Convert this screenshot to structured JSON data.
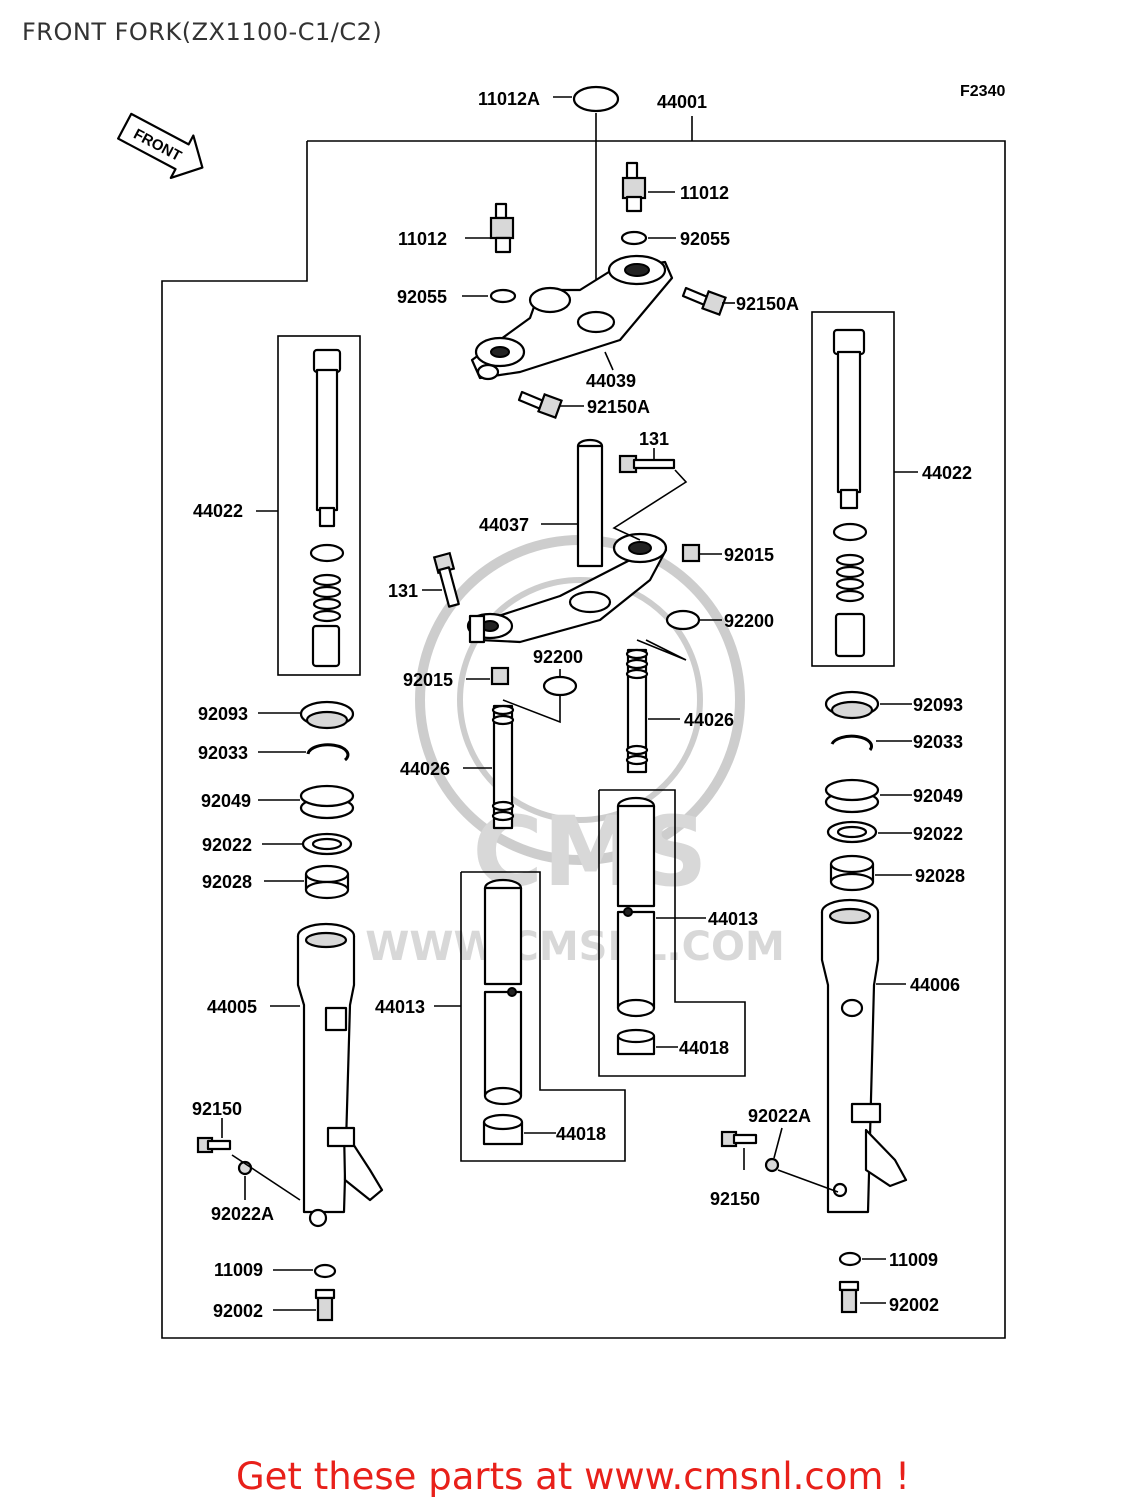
{
  "title": "FRONT FORK(ZX1100-C1/C2)",
  "figure_code": "F2340",
  "front_arrow_label": "FRONT",
  "watermark": {
    "brand": "CMS",
    "url": "WWW.CMSNL.COM"
  },
  "promo": "Get these parts at www.cmsnl.com !",
  "colors": {
    "promo": "#e8201a",
    "line": "#000000",
    "watermark": "#d4d4d4"
  },
  "part_labels": {
    "p11012A": "11012A",
    "p44001": "44001",
    "p11012_r": "11012",
    "p11012_l": "11012",
    "p92055_r": "92055",
    "p92055_l": "92055",
    "p92150A_top": "92150A",
    "p44039": "44039",
    "p92150A_mid": "92150A",
    "p131_top": "131",
    "p44022_l": "44022",
    "p44022_r": "44022",
    "p44037": "44037",
    "p92015_r": "92015",
    "p131_l": "131",
    "p92200_r": "92200",
    "p92200_c": "92200",
    "p92015_l": "92015",
    "p92093_l": "92093",
    "p92093_r": "92093",
    "p44026_r": "44026",
    "p92033_l": "92033",
    "p92033_r": "92033",
    "p44026_l": "44026",
    "p92049_l": "92049",
    "p92049_r": "92049",
    "p92022_l": "92022",
    "p92022_r": "92022",
    "p92028_l": "92028",
    "p92028_r": "92028",
    "p44013_r": "44013",
    "p44006": "44006",
    "p44005": "44005",
    "p44013_l": "44013",
    "p44018_r": "44018",
    "p92150_l": "92150",
    "p92022A_r": "92022A",
    "p44018_l": "44018",
    "p92150_r": "92150",
    "p92022A_l": "92022A",
    "p11009_l": "11009",
    "p11009_r": "11009",
    "p92002_l": "92002",
    "p92002_r": "92002"
  }
}
